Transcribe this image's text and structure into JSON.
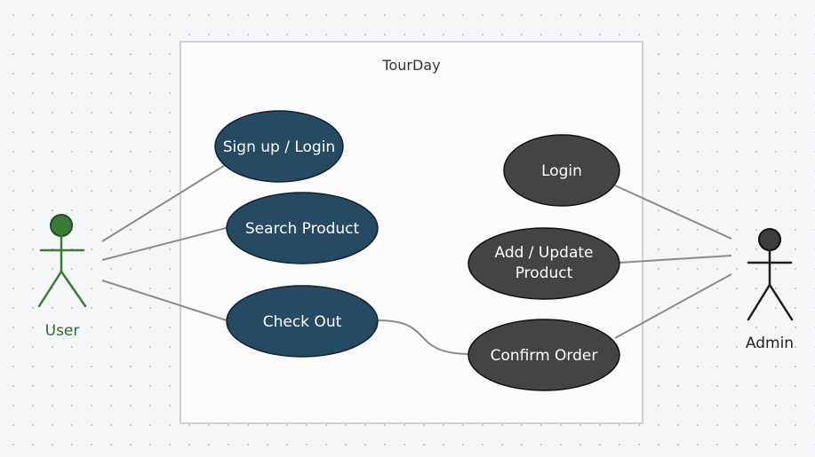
{
  "system": {
    "title": "TourDay"
  },
  "actors": {
    "user": {
      "label": "User",
      "color": "#3c7a3a"
    },
    "admin": {
      "label": "Admin",
      "color": "#3d3d3d"
    }
  },
  "use_cases": {
    "signup_login": "Sign up / Login",
    "search_product": "Search Product",
    "check_out": "Check Out",
    "admin_login": "Login",
    "add_update_product_line1": "Add / Update",
    "add_update_product_line2": "Product",
    "confirm_order": "Confirm Order"
  },
  "colors": {
    "user_use_case_fill": "#264a62",
    "admin_use_case_fill": "#444444",
    "connector": "#8a8a8a"
  }
}
